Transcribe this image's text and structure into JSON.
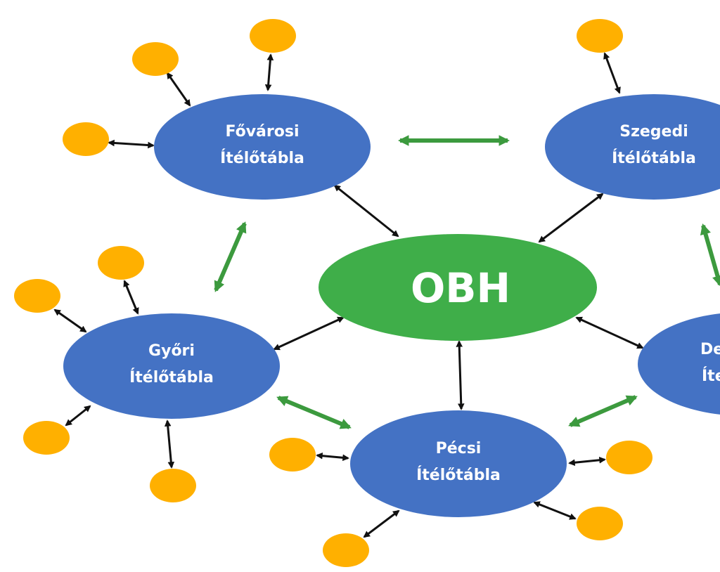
{
  "diagram": {
    "center": {
      "label": "OBH"
    },
    "nodes": [
      {
        "id": "fovarosi",
        "line1": "Fővárosi",
        "line2": "Ítélőtábla"
      },
      {
        "id": "szegedi",
        "line1": "Szegedi",
        "line2": "Ítélőtábla"
      },
      {
        "id": "gyori",
        "line1": "Győri",
        "line2": "Ítélőtábla"
      },
      {
        "id": "pecsi",
        "line1": "Pécsi",
        "line2": "Ítélőtábla"
      },
      {
        "id": "debreceni",
        "line1": "De",
        "line2": "Íte"
      }
    ]
  },
  "colors": {
    "blue": "#4472C4",
    "green": "#3FAE49",
    "orange": "#FFB000",
    "black_arrow": "#111111",
    "green_arrow": "#3C9A3E"
  }
}
